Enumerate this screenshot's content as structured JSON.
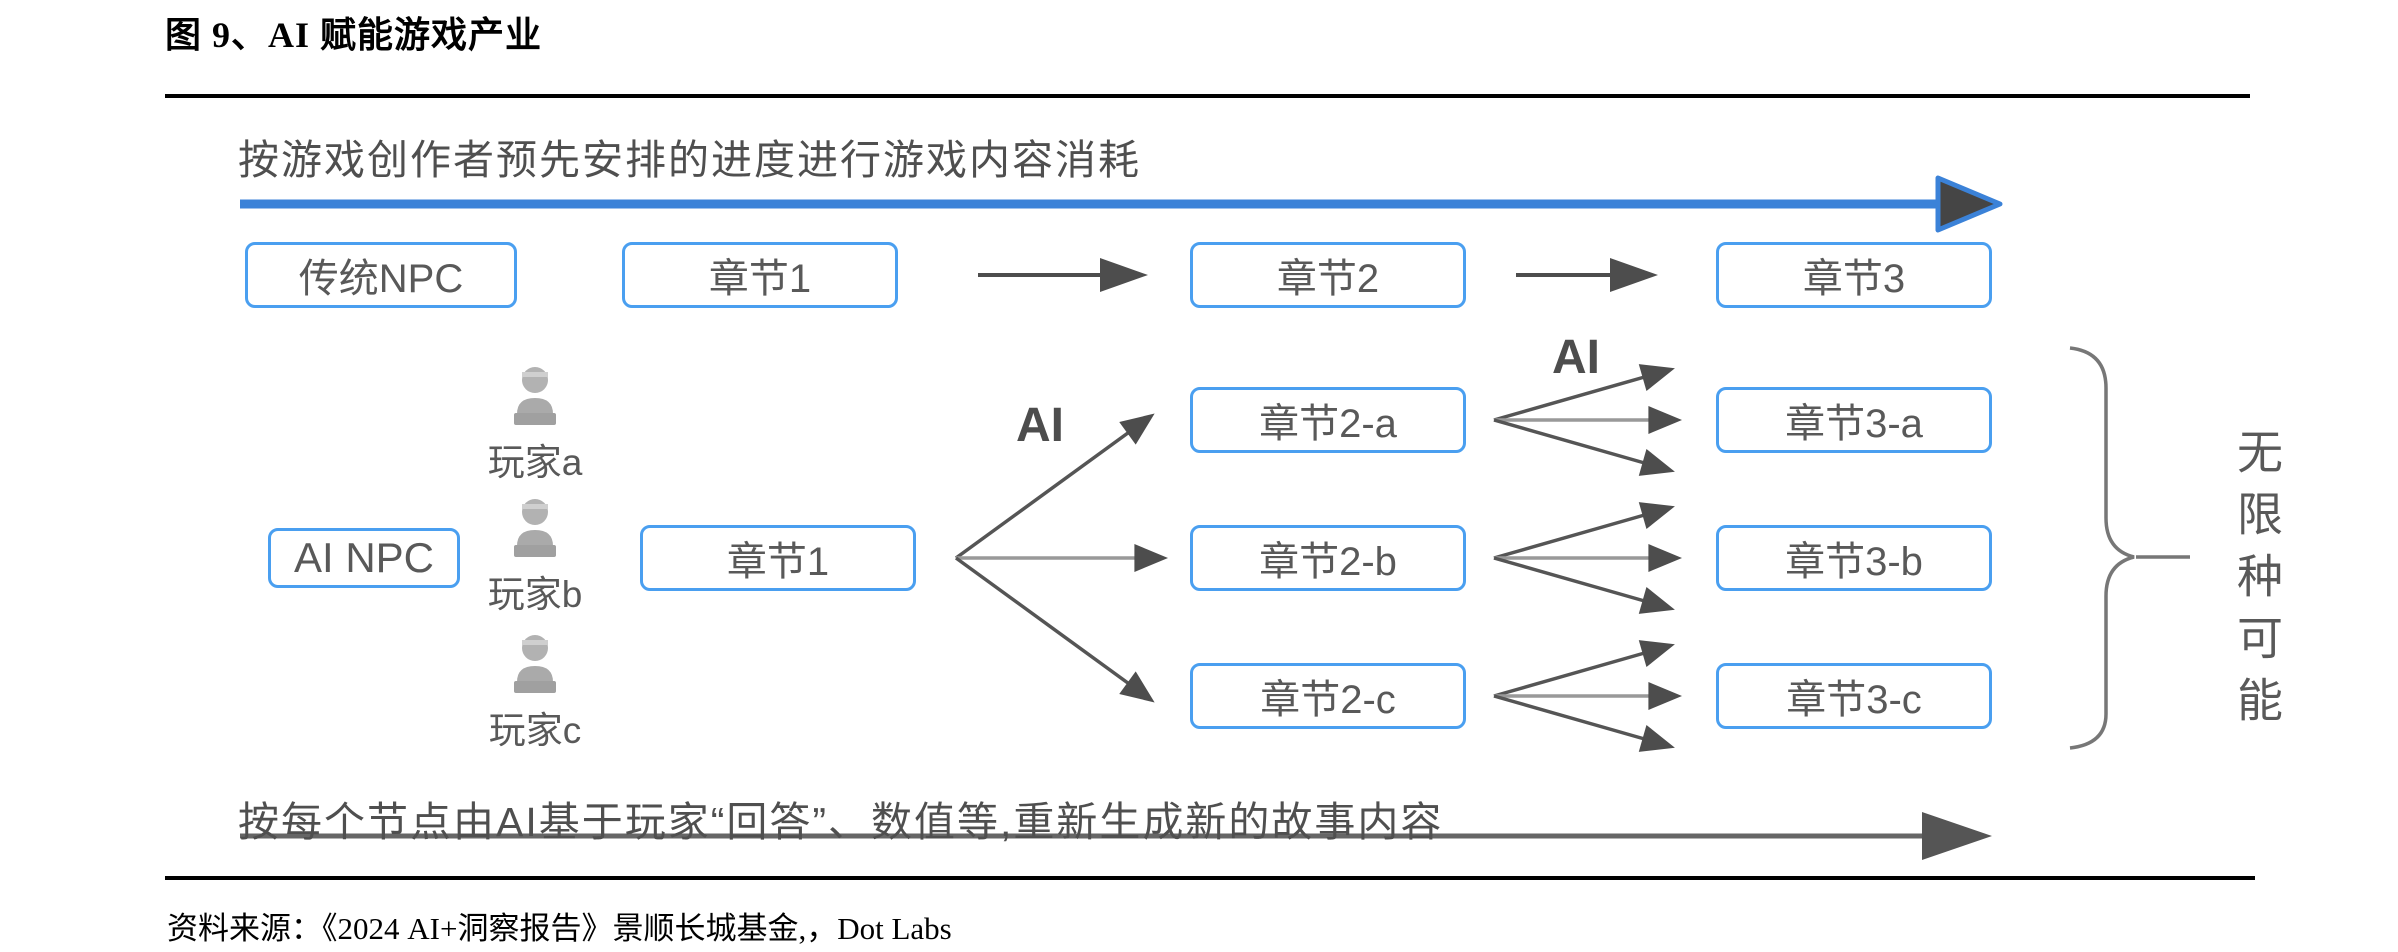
{
  "title": "图 9、AI 赋能游戏产业",
  "top_flow": {
    "label": "按游戏创作者预先安排的进度进行游戏内容消耗"
  },
  "traditional_row": {
    "npc": "传统NPC",
    "chapter1": "章节1",
    "chapter2": "章节2",
    "chapter3": "章节3"
  },
  "ai_flow": {
    "npc": "AI NPC",
    "players": [
      {
        "label": "玩家a",
        "icon": "player-avatar-icon"
      },
      {
        "label": "玩家b",
        "icon": "player-avatar-icon"
      },
      {
        "label": "玩家c",
        "icon": "player-avatar-icon"
      }
    ],
    "chapter1": "章节1",
    "ai_label_first": "AI",
    "ai_label_second": "AI",
    "chapter2_variants": [
      "章节2-a",
      "章节2-b",
      "章节2-c"
    ],
    "chapter3_variants": [
      "章节3-a",
      "章节3-b",
      "章节3-c"
    ],
    "outcome_label": "无限种可能"
  },
  "bottom_flow": {
    "label": "按每个节点由AI基于玩家“回答”、数值等,重新生成新的故事内容"
  },
  "source_line": "资料来源：《2024 AI+洞察报告》景顺长城基金,，Dot Labs",
  "colors": {
    "box_border": "#4a9ff0",
    "flow_blue": "#3b82d8",
    "text_gray": "#4f4f4f",
    "arrow_gray": "#4d4d4d"
  }
}
